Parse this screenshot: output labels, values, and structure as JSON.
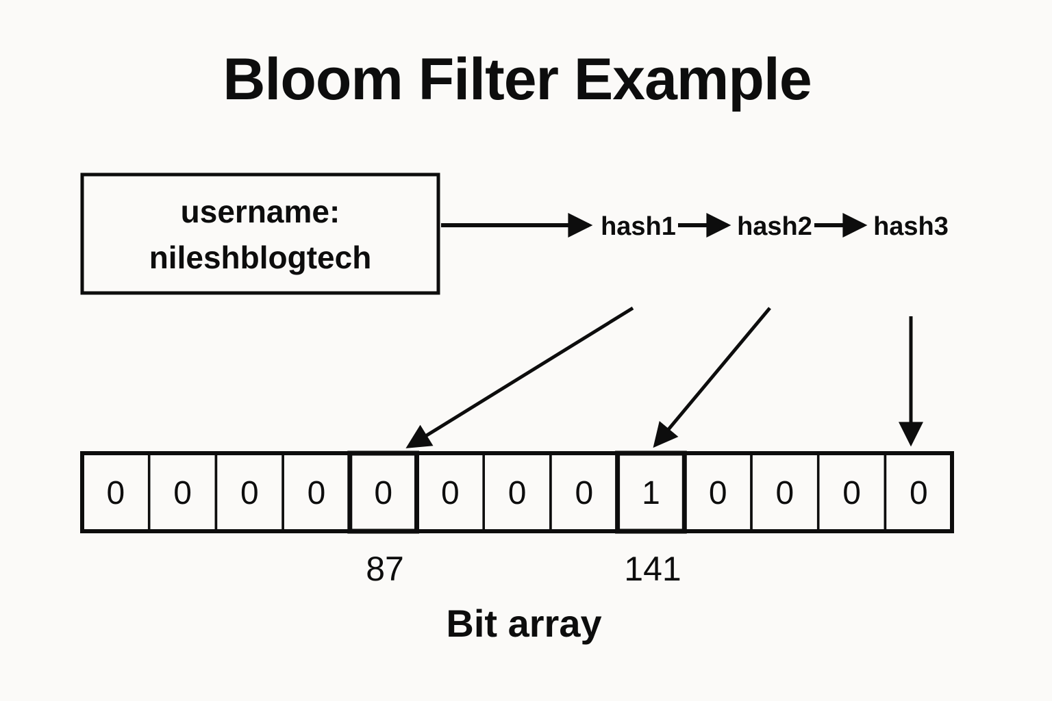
{
  "title": "Bloom Filter Example",
  "input_box": {
    "line1": "username:",
    "line2": "nileshblogtech"
  },
  "hash_functions": [
    {
      "label": "hash1"
    },
    {
      "label": "hash2"
    },
    {
      "label": "hash3"
    }
  ],
  "arrows": [
    {
      "name": "input-to-hash1",
      "from": "input_box",
      "to": "hash1"
    },
    {
      "name": "hash1-to-hash2",
      "from": "hash1",
      "to": "hash2"
    },
    {
      "name": "hash2-to-hash3",
      "from": "hash2",
      "to": "hash3"
    },
    {
      "name": "hash1-to-cell-4",
      "from": "hash1",
      "to": "bit_array_cell_4"
    },
    {
      "name": "hash2-to-cell-8",
      "from": "hash2",
      "to": "bit_array_cell_8"
    },
    {
      "name": "hash3-to-cell-12",
      "from": "hash3",
      "to": "bit_array_cell_12"
    }
  ],
  "bit_array": {
    "cells": [
      "0",
      "0",
      "0",
      "0",
      "0",
      "0",
      "0",
      "0",
      "1",
      "0",
      "0",
      "0",
      "0"
    ],
    "highlighted_indices": [
      4,
      8
    ],
    "index_labels": [
      {
        "text": "87",
        "cell": 4
      },
      {
        "text": "141",
        "cell": 8
      }
    ],
    "caption": "Bit array"
  },
  "colors": {
    "ink": "#0d0d0d",
    "background": "#fbfaf8"
  }
}
